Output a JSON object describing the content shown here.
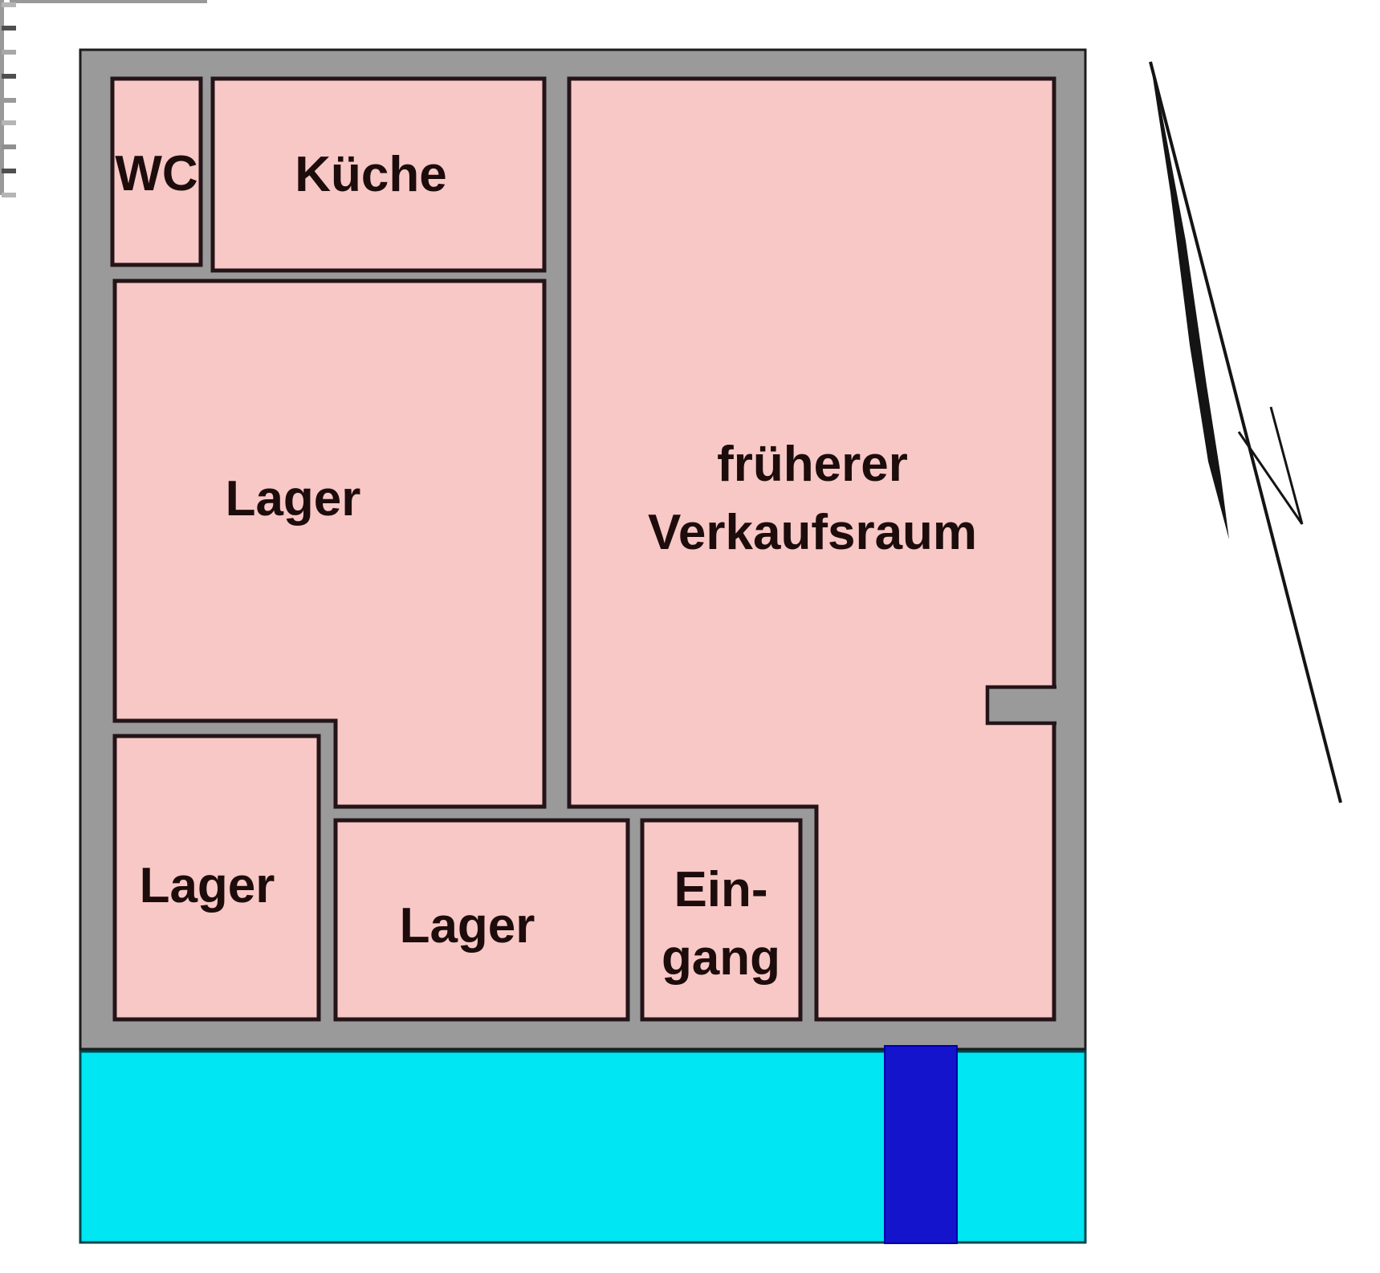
{
  "floor_plan": {
    "rooms": {
      "wc": {
        "label": "WC"
      },
      "kueche": {
        "label": "Küche"
      },
      "lager_main": {
        "label": "Lager"
      },
      "lager_small": {
        "label": "Lager"
      },
      "lager_mid": {
        "label": "Lager"
      },
      "eingang": {
        "label_line1": "Ein-",
        "label_line2": "gang"
      },
      "verkaufsraum": {
        "label_line1": "früherer",
        "label_line2": "Verkaufsraum"
      }
    }
  },
  "colors": {
    "background": "#ffffff",
    "wall_gray": "#9a9a9a",
    "room_pink": "#f8c8c6",
    "room_outline": "#241418",
    "building_outline": "#1c1c1c",
    "street_cyan": "#00e6f2",
    "street_border": "#00454e",
    "door_blue": "#1414cc",
    "arrow_black": "#141414",
    "ruler_gray": "#999999",
    "label_text": "#1d0c0c"
  }
}
